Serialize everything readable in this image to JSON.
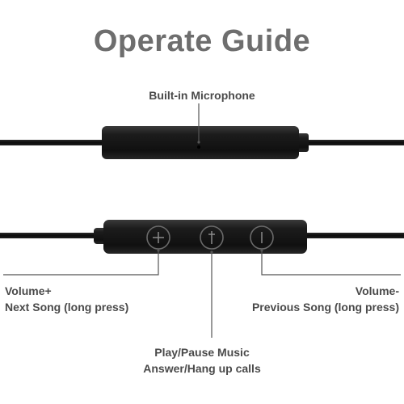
{
  "title": "Operate Guide",
  "labels": {
    "microphone": "Built-in Microphone",
    "volume_up": [
      "Volume+",
      "Next Song (long press)"
    ],
    "volume_down": [
      "Volume-",
      "Previous Song (long press)"
    ],
    "play_pause": [
      "Play/Pause Music",
      "Answer/Hang up calls"
    ]
  },
  "buttons": {
    "volume_up_symbol": "+",
    "play_symbol": "t",
    "volume_down_symbol": "l"
  },
  "colors": {
    "title": "#6e6e6e",
    "label": "#4a4a4a",
    "cable": "#111111",
    "remote": "#161616",
    "leader_line": "#555555"
  }
}
